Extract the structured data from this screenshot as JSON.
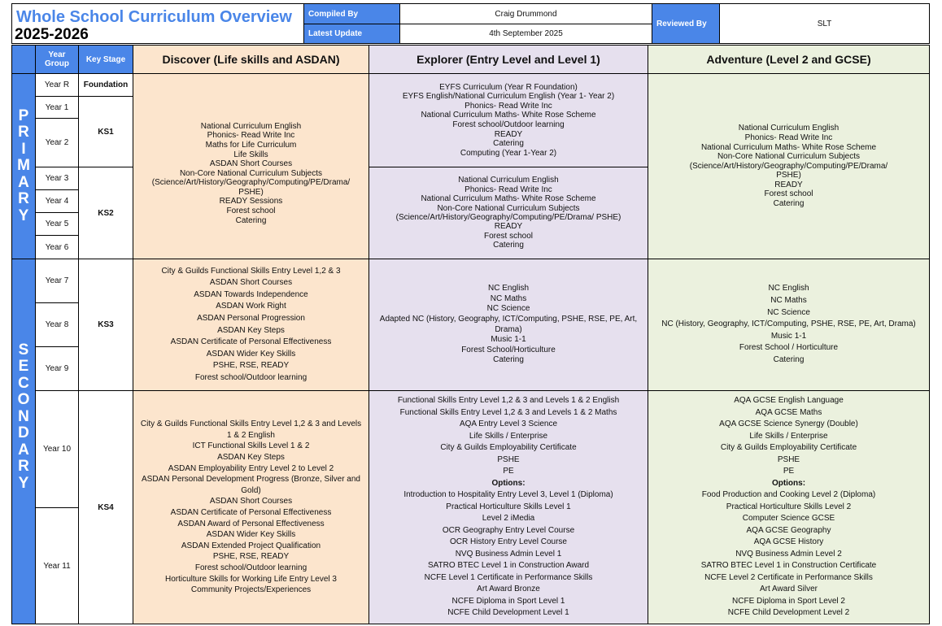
{
  "header": {
    "title": "Whole School Curriculum Overview",
    "year": "2025-2026",
    "compiled_by_label": "Compiled By",
    "compiled_by": "Craig Drummond",
    "latest_update_label": "Latest Update",
    "latest_update": "4th September 2025",
    "reviewed_by_label": "Reviewed By",
    "reviewed_by": "SLT"
  },
  "columns": {
    "year_group": "Year\nGroup",
    "key_stage": "Key Stage",
    "discover": "Discover (Life skills and ASDAN)",
    "explorer": "Explorer (Entry Level and Level 1)",
    "adventure": "Adventure (Level 2  and GCSE)"
  },
  "phases": {
    "primary": [
      "P",
      "R",
      "I",
      "M",
      "A",
      "R",
      "Y"
    ],
    "secondary": [
      "S",
      "E",
      "C",
      "O",
      "N",
      "D",
      "A",
      "R",
      "Y"
    ]
  },
  "years": {
    "r": "Year R",
    "y1": "Year 1",
    "y2": "Year 2",
    "y3": "Year 3",
    "y4": "Year 4",
    "y5": "Year 5",
    "y6": "Year 6",
    "y7": "Year 7",
    "y8": "Year 8",
    "y9": "Year 9",
    "y10": "Year 10",
    "y11": "Year 11"
  },
  "key_stages": {
    "foundation": "Foundation",
    "ks1": "KS1",
    "ks2": "KS2",
    "ks3": "KS3",
    "ks4": "KS4"
  },
  "primary": {
    "discover": [
      "National Curriculum English",
      "Phonics- Read Write Inc",
      "Maths for Life Curriculum",
      "Life Skills",
      "ASDAN Short Courses",
      "Non-Core National Curriculum Subjects (Science/Art/History/Geography/Computing/PE/Drama/ PSHE)",
      "READY Sessions",
      "Forest school",
      "Catering"
    ],
    "explorer_top": [
      "EYFS Curriculum (Year R Foundation)",
      "EYFS English/National Curriculum English (Year 1- Year 2)",
      "Phonics- Read Write Inc",
      "National Curriculum Maths- White Rose Scheme",
      "Forest school/Outdoor learning",
      "READY",
      "Catering",
      "Computing (Year 1-Year 2)"
    ],
    "explorer_bottom": [
      "National Curriculum English",
      "Phonics- Read Write Inc",
      "National Curriculum Maths- White Rose Scheme",
      "Non-Core National Curriculum Subjects (Science/Art/History/Geography/Computing/PE/Drama/ PSHE)",
      "READY",
      "Forest school",
      "Catering"
    ],
    "adventure": [
      "National Curriculum English",
      "Phonics- Read Write Inc",
      "National Curriculum Maths- White Rose Scheme",
      "Non-Core National Curriculum Subjects (Science/Art/History/Geography/Computing/PE/Drama/ PSHE)",
      "READY",
      "Forest school",
      "Catering"
    ]
  },
  "ks3": {
    "discover": [
      "City & Guilds Functional Skills Entry Level 1,2 & 3",
      "ASDAN Short Courses",
      "ASDAN Towards Independence",
      "ASDAN Work Right",
      "ASDAN Personal Progression",
      "ASDAN Key Steps",
      "ASDAN Certificate of Personal Effectiveness",
      "ASDAN Wider Key Skills",
      "PSHE, RSE, READY",
      "Forest school/Outdoor learning"
    ],
    "explorer": [
      "NC English",
      "NC Maths",
      "NC Science",
      "Adapted NC (History, Geography, ICT/Computing, PSHE, RSE, PE, Art, Drama)",
      "Music 1-1",
      "Forest School/Horticulture",
      "Catering"
    ],
    "adventure": [
      "NC English",
      "NC Maths",
      "NC Science",
      "NC (History, Geography, ICT/Computing, PSHE, RSE, PE, Art, Drama)",
      "Music 1-1",
      "Forest School / Horticulture",
      "Catering"
    ]
  },
  "ks4": {
    "discover": [
      "City & Guilds Functional Skills Entry Level 1,2 & 3 and Levels 1 & 2 English",
      "ICT Functional Skills Level 1 & 2",
      "ASDAN Key Steps",
      "ASDAN Employability Entry Level 2 to Level 2",
      "ASDAN Personal Development Progress (Bronze, Silver and Gold)",
      "ASDAN Short Courses",
      "ASDAN Certificate of Personal Effectiveness",
      "ASDAN Award of Personal Effectiveness",
      "ASDAN Wider Key Skills",
      "ASDAN Extended Project Qualification",
      "PSHE, RSE, READY",
      "Forest school/Outdoor learning",
      "Horticulture Skills for Working Life Entry Level 3",
      "Community Projects/Experiences"
    ],
    "explorer": [
      "Functional Skills Entry Level 1,2 & 3 and Levels 1 & 2 English",
      "Functional Skills Entry Level 1,2 & 3 and Levels 1 & 2 Maths",
      "AQA Entry Level 3 Science",
      "Life Skills / Enterprise",
      "City & Guilds Employability Certificate",
      "PSHE",
      "PE",
      "Options:",
      "Introduction to Hospitality Entry Level 3, Level 1 (Diploma)",
      "Practical Horticulture Skills Level 1",
      "Level 2 iMedia",
      "OCR Geography Entry Level Course",
      "OCR History Entry Level Course",
      "NVQ Business Admin Level 1",
      "SATRO BTEC Level 1 in Construction Award",
      "NCFE Level 1 Certificate in Performance Skills",
      "Art Award Bronze",
      "NCFE Diploma in Sport Level 1",
      "NCFE Child Development Level 1"
    ],
    "adventure": [
      "AQA GCSE English Language",
      "AQA GCSE Maths",
      "AQA GCSE Science Synergy (Double)",
      "Life Skills / Enterprise",
      "City & Guilds Employability Certificate",
      "PSHE",
      "PE",
      "Options:",
      "Food Production and Cooking Level 2 (Diploma)",
      "Practical Horticulture Skills Level 2",
      "Computer Science GCSE",
      "AQA GCSE Geography",
      "AQA GCSE History",
      "NVQ Business Admin Level 2",
      "SATRO BTEC Level 1 in Construction Certificate",
      "NCFE Level 2 Certificate in Performance Skills",
      "Art Award Silver",
      "NCFE Diploma in Sport Level 2",
      "NCFE Child Development Level 2"
    ]
  },
  "colors": {
    "accent_blue": "#4a86e8",
    "discover_bg": "#fce5cd",
    "explorer_bg": "#e6e0ee",
    "adventure_bg": "#ebf1de"
  }
}
